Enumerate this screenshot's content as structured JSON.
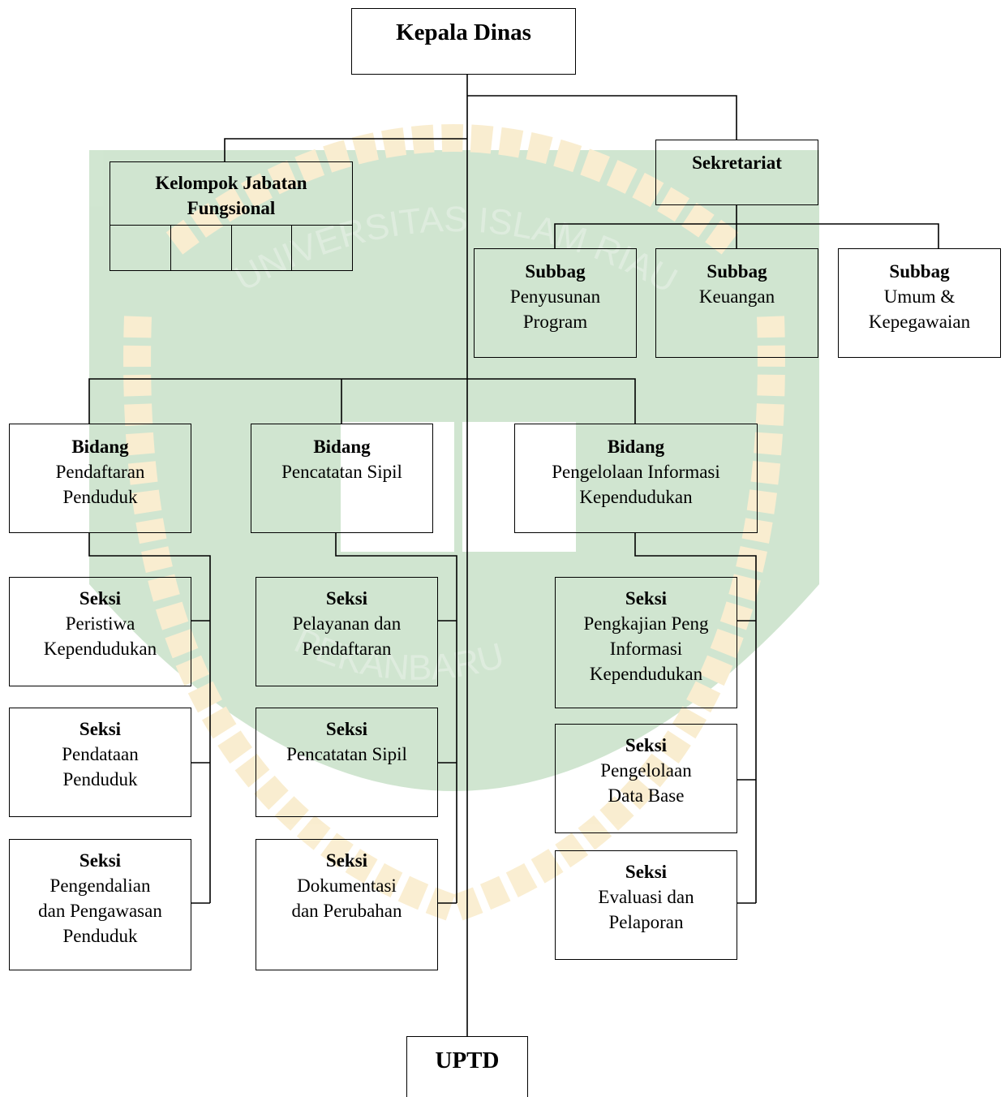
{
  "watermark": {
    "ring_text_top": "UNIVERSITAS ISLAM RIAU",
    "ring_text_bottom": "PEKANBARU",
    "colors": {
      "green": "#2e8b2e",
      "gold": "#e8b030"
    }
  },
  "kepala": {
    "title": "Kepala Dinas"
  },
  "fungsional": {
    "title": "Kelompok Jabatan\nFungsional"
  },
  "sekretariat": {
    "title": "Sekretariat"
  },
  "subbag": [
    {
      "title": "Subbag",
      "sub": "Penyusunan\nProgram"
    },
    {
      "title": "Subbag",
      "sub": "Keuangan"
    },
    {
      "title": "Subbag",
      "sub": "Umum &\nKepegawaian"
    }
  ],
  "bidang": [
    {
      "title": "Bidang",
      "sub": "Pendaftaran\nPenduduk"
    },
    {
      "title": "Bidang",
      "sub": "Pencatatan Sipil"
    },
    {
      "title": "Bidang",
      "sub": "Pengelolaan Informasi\nKependudukan"
    }
  ],
  "seksi_pendaftaran": [
    {
      "title": "Seksi",
      "sub": "Peristiwa\nKependudukan"
    },
    {
      "title": "Seksi",
      "sub": "Pendataan\nPenduduk"
    },
    {
      "title": "Seksi",
      "sub": "Pengendalian\ndan Pengawasan\nPenduduk"
    }
  ],
  "seksi_pencatatan": [
    {
      "title": "Seksi",
      "sub": "Pelayanan dan\nPendaftaran"
    },
    {
      "title": "Seksi",
      "sub": "Pencatatan Sipil"
    },
    {
      "title": "Seksi",
      "sub": "Dokumentasi\ndan Perubahan"
    }
  ],
  "seksi_informasi": [
    {
      "title": "Seksi",
      "sub": "Pengkajian Peng\nInformasi\nKependudukan"
    },
    {
      "title": "Seksi",
      "sub": "Pengelolaan\nData Base"
    },
    {
      "title": "Seksi",
      "sub": "Evaluasi dan\nPelaporan"
    }
  ],
  "uptd": {
    "title": "UPTD"
  }
}
